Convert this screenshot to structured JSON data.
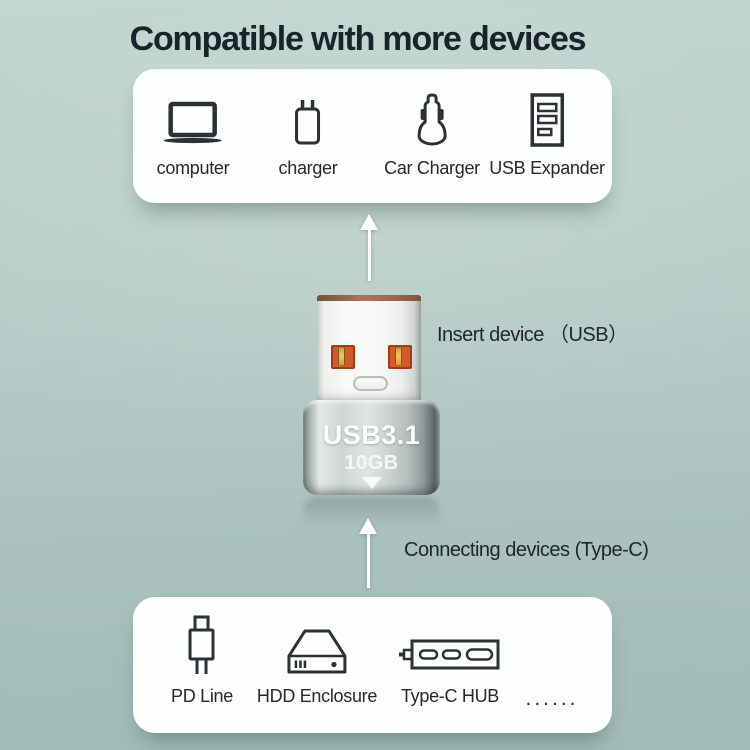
{
  "title": "Compatible with more devices",
  "top_card": {
    "items": [
      {
        "label": "computer",
        "icon": "laptop-icon"
      },
      {
        "label": "charger",
        "icon": "charger-icon"
      },
      {
        "label": "Car Charger",
        "icon": "car-charger-icon"
      },
      {
        "label": "USB Expander",
        "icon": "usb-expander-icon"
      }
    ]
  },
  "product": {
    "spec": "USB3.1",
    "speed": "10GB"
  },
  "annotations": {
    "insert": "Insert device （USB）",
    "connect": "Connecting devices (Type-C)"
  },
  "bottom_card": {
    "items": [
      {
        "label": "PD Line",
        "icon": "pd-line-icon"
      },
      {
        "label": "HDD Enclosure",
        "icon": "hdd-enclosure-icon"
      },
      {
        "label": "Type-C HUB",
        "icon": "typec-hub-icon"
      },
      {
        "label": "......",
        "icon": "ellipsis-dots"
      }
    ]
  },
  "colors": {
    "background_top": "#c3d7d1",
    "background_bottom": "#a2bbb8",
    "card": "#fdfefe",
    "title_text": "#1a222b",
    "label_text": "#24292d",
    "icon_stroke": "#2b3135",
    "arrow": "#ffffff",
    "usb_pad_orange": "#d4582c",
    "usb_pin_yellow": "#edc854",
    "copper_edge": "#aa7458",
    "adapter_metal": "#ced6d4",
    "product_text": "#fbfcfb"
  }
}
